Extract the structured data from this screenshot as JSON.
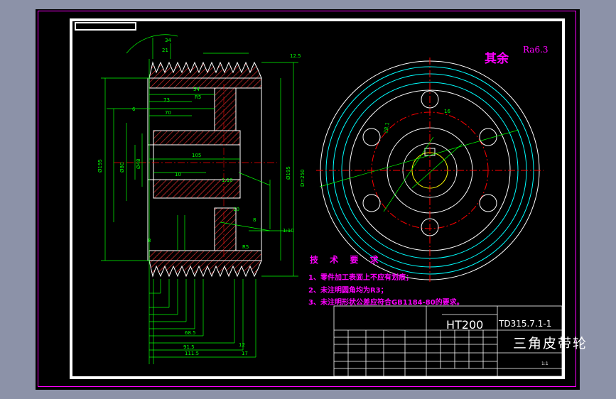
{
  "finish": {
    "label": "其余",
    "value": "Ra6.3"
  },
  "requirements": {
    "title": "技 术 要 求",
    "items": [
      "1、零件加工表面上不应有划痕；",
      "2、未注明圆角均为R3；",
      "3、未注明形状公差应符合GB1184-80的要求。"
    ]
  },
  "title_block": {
    "material": "HT200",
    "drawing_no": "TD315.7.1-1",
    "part_name": "三角皮带轮",
    "scale": "1:1"
  },
  "colors": {
    "background": "#000000",
    "outline": "#ffffff",
    "dimension": "#00ff00",
    "center": "#ff0000",
    "hatch": "#ff3333",
    "text": "#ff00ff",
    "circles": "#00ffff"
  }
}
